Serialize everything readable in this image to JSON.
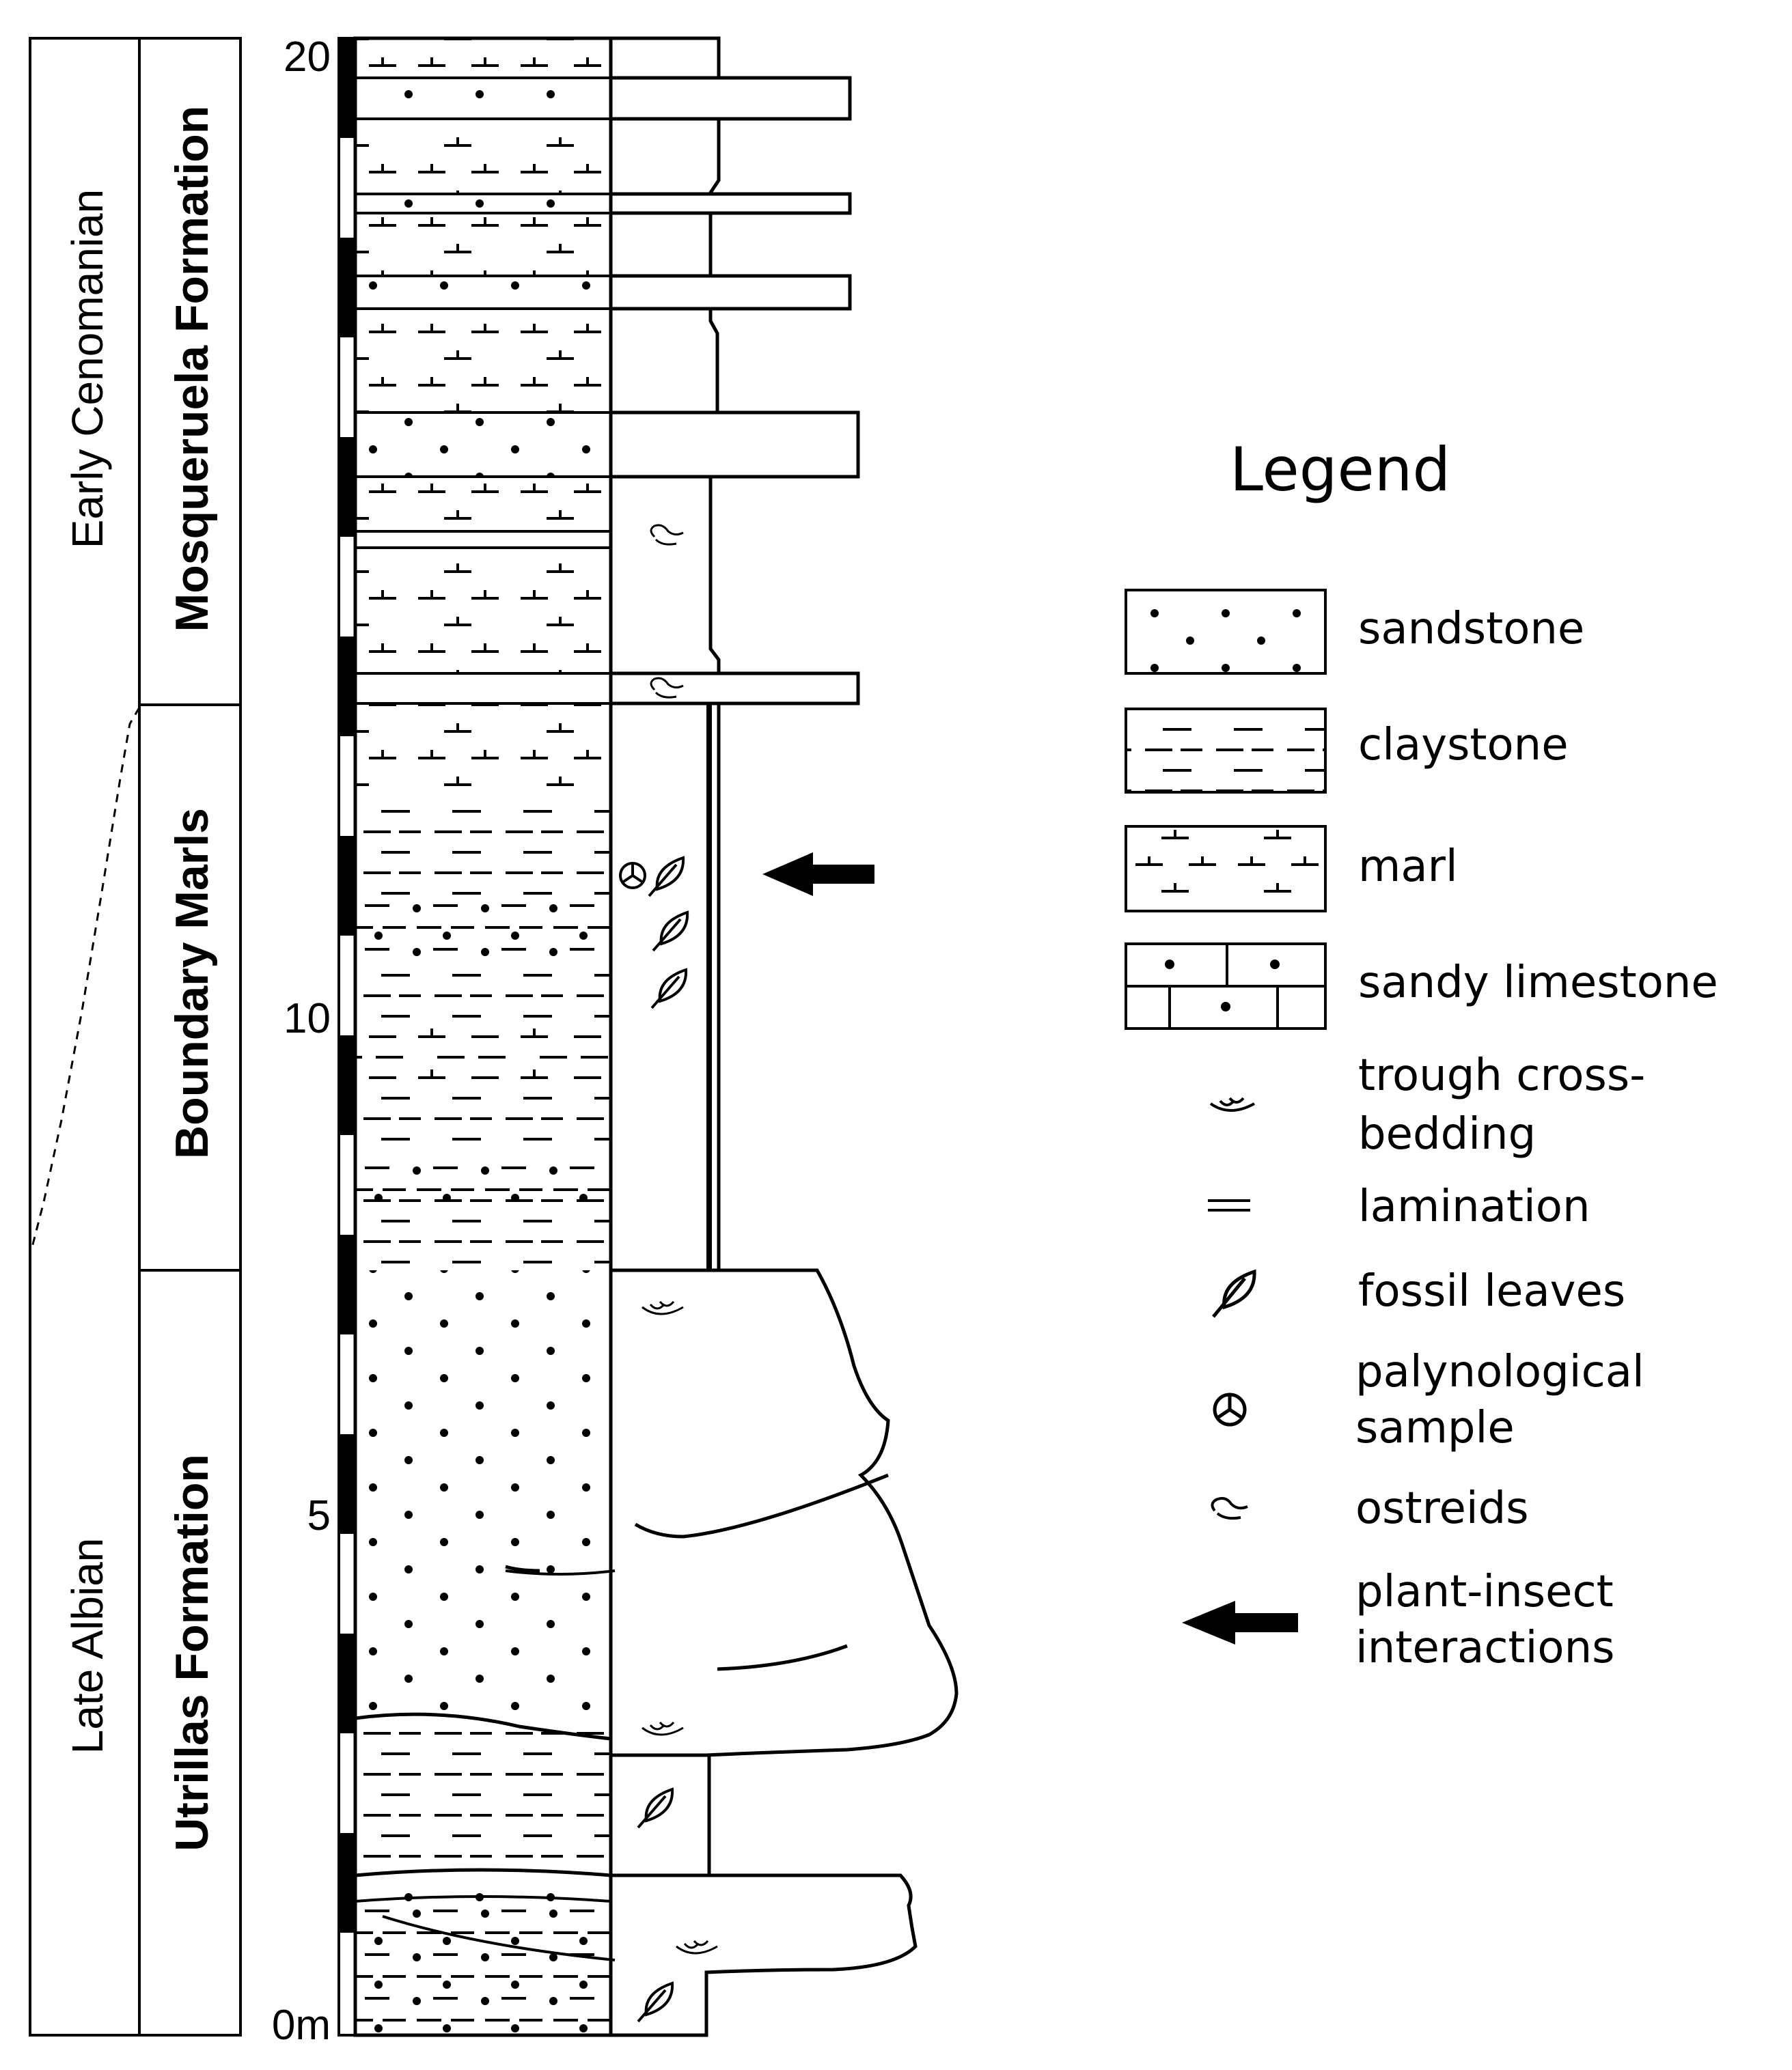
{
  "ages": {
    "upper": "Early Cenomanian",
    "lower": "Late Albian"
  },
  "formations": {
    "upper": "Mosqueruela Formation",
    "middle": "Boundary Marls",
    "lower": "Utrillas Formation"
  },
  "scale": {
    "top": "20",
    "mid": "10",
    "low": "5",
    "base": "0m"
  },
  "legend": {
    "title": "Legend",
    "items": {
      "sandstone": "sandstone",
      "claystone": "claystone",
      "marl": "marl",
      "sandy_limestone": "sandy limestone",
      "trough_1": "trough cross-",
      "trough_2": "bedding",
      "lamination": "lamination",
      "fossil_leaves": "fossil leaves",
      "palyno_1": "palynological",
      "palyno_2": "sample",
      "ostreids": "ostreids",
      "plant_1": "plant-insect",
      "plant_2": "interactions"
    }
  },
  "colors": {
    "ink": "#000000",
    "paper": "#ffffff"
  },
  "icons": [
    "leaf-icon",
    "palynological-icon",
    "ostreid-icon",
    "trough-icon",
    "lamination-icon",
    "arrow-icon"
  ]
}
